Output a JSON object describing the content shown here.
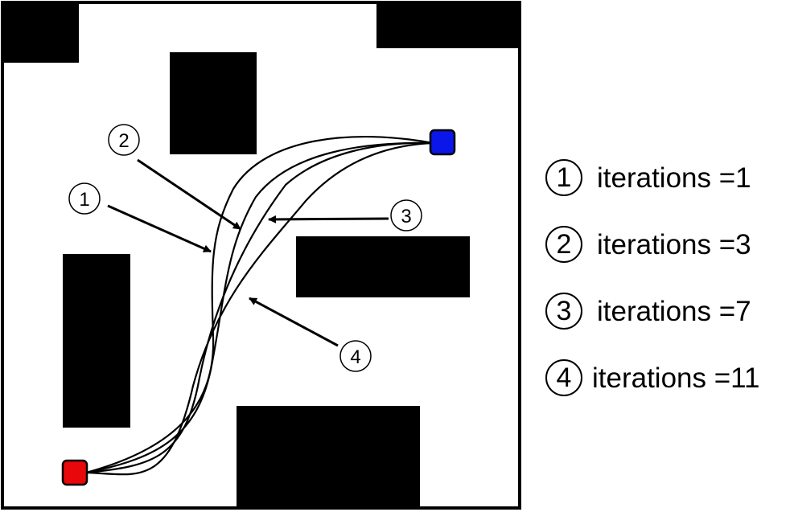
{
  "map": {
    "start_color": "#e8070b",
    "goal_color": "#0b16e8",
    "obstacle_color": "#000000",
    "labels": [
      "1",
      "2",
      "3",
      "4"
    ]
  },
  "legend": [
    {
      "number": "1",
      "text": "iterations =1"
    },
    {
      "number": "2",
      "text": "iterations =3"
    },
    {
      "number": "3",
      "text": "iterations =7"
    },
    {
      "number": "4",
      "text": "iterations =11"
    }
  ]
}
